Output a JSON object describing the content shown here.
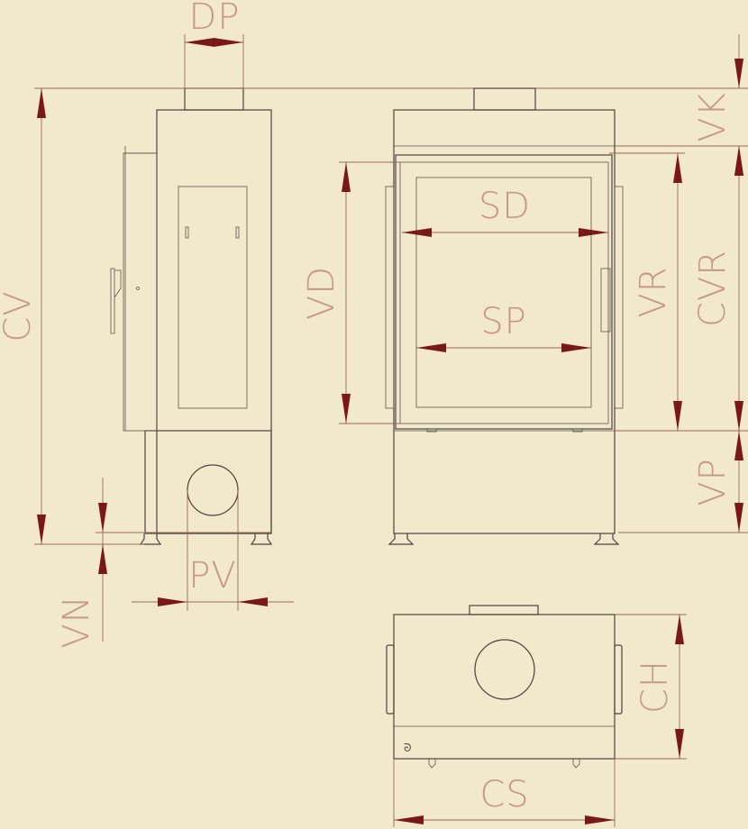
{
  "colors": {
    "background": "#f2e8cb",
    "outline": "#4a4540",
    "dimension_line": "#9a6a5a",
    "arrowhead": "#7a1818",
    "label": "#c49a86"
  },
  "views": {
    "side": {
      "name": "side-view"
    },
    "front": {
      "name": "front-view"
    },
    "top": {
      "name": "top-view"
    }
  },
  "dimensions": {
    "dp": "DP",
    "cv": "CV",
    "vn": "VN",
    "pv": "PV",
    "vd": "VD",
    "sd": "SD",
    "sp": "SP",
    "vr": "VR",
    "cvr": "CVR",
    "vk": "VK",
    "vp": "VP",
    "ch": "CH",
    "cs": "CS"
  }
}
